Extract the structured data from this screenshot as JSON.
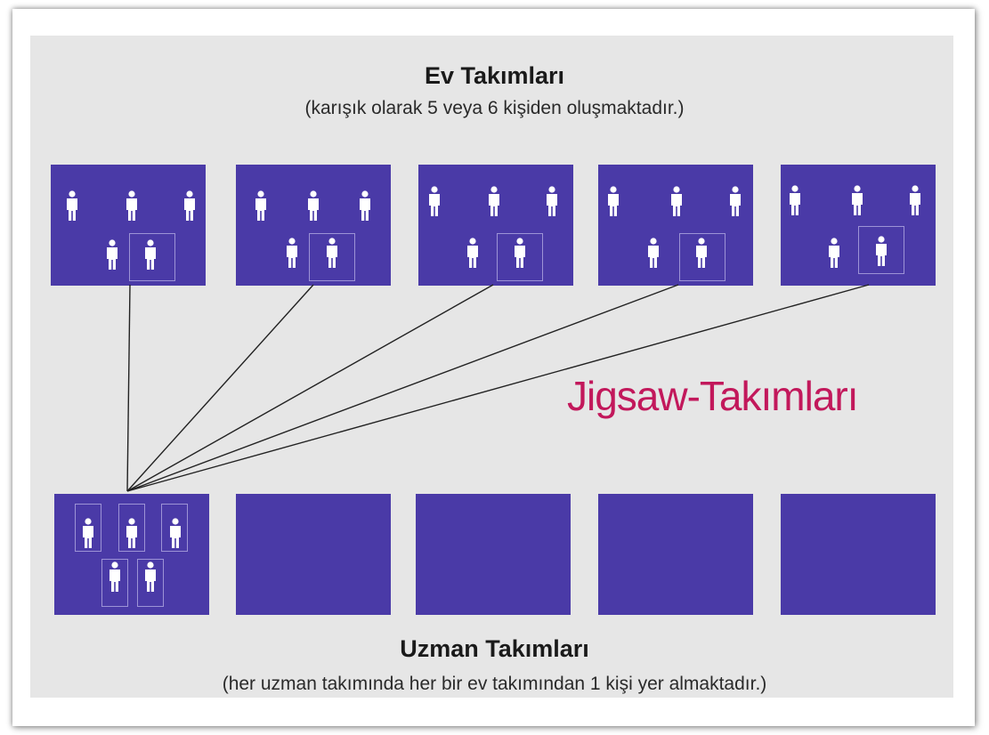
{
  "home_teams": {
    "title": "Ev Takımları",
    "subtitle": "(karışık olarak 5 veya 6 kişiden oluşmaktadır.)"
  },
  "jigsaw_label": "Jigsaw-Takımları",
  "expert_teams": {
    "title": "Uzman Takımları",
    "subtitle": "(her uzman takımında her bir ev takımından 1 kişi yer almaktadır.)"
  },
  "colors": {
    "team_box": "#4a3aa7",
    "accent": "#c2185b",
    "background": "#e6e6e6",
    "person": "#ffffff",
    "connector": "#222222"
  },
  "home_team_count": 5,
  "expert_team_count": 5,
  "members_per_home_team": 5
}
